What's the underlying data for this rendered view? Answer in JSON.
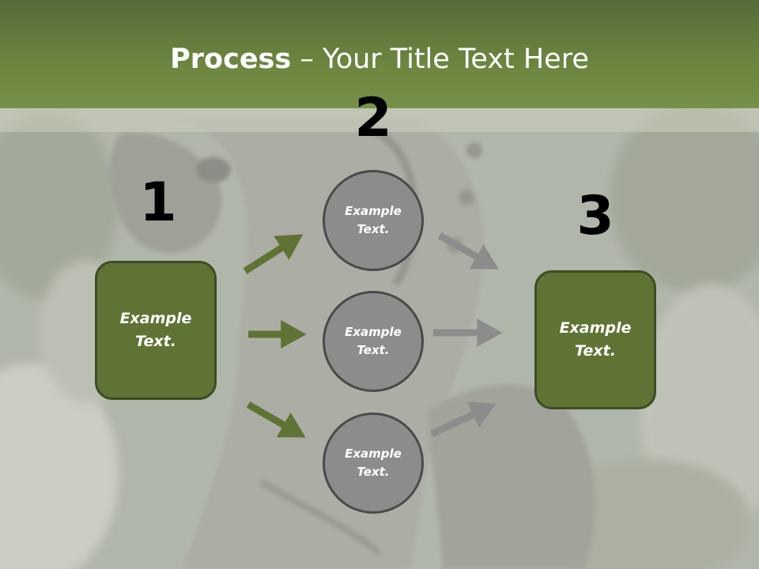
{
  "title": {
    "bold": "Process",
    "rest": " – Your Title Text Here"
  },
  "steps": [
    {
      "number": "1",
      "label": "Example Text."
    },
    {
      "number": "2",
      "label": "Example Text."
    },
    {
      "number": "3",
      "label": "Example Text."
    }
  ],
  "middle_nodes": [
    {
      "label": "Example Text."
    },
    {
      "label": "Example Text."
    },
    {
      "label": "Example Text."
    }
  ],
  "colors": {
    "header": "#6c8640",
    "box_fill": "#5f7335",
    "box_border": "#3e4d22",
    "circle_fill": "#8c8c8c",
    "circle_border": "#4a4a4a",
    "arrow_green": "#5f7335",
    "arrow_gray": "#8c8c8c"
  }
}
